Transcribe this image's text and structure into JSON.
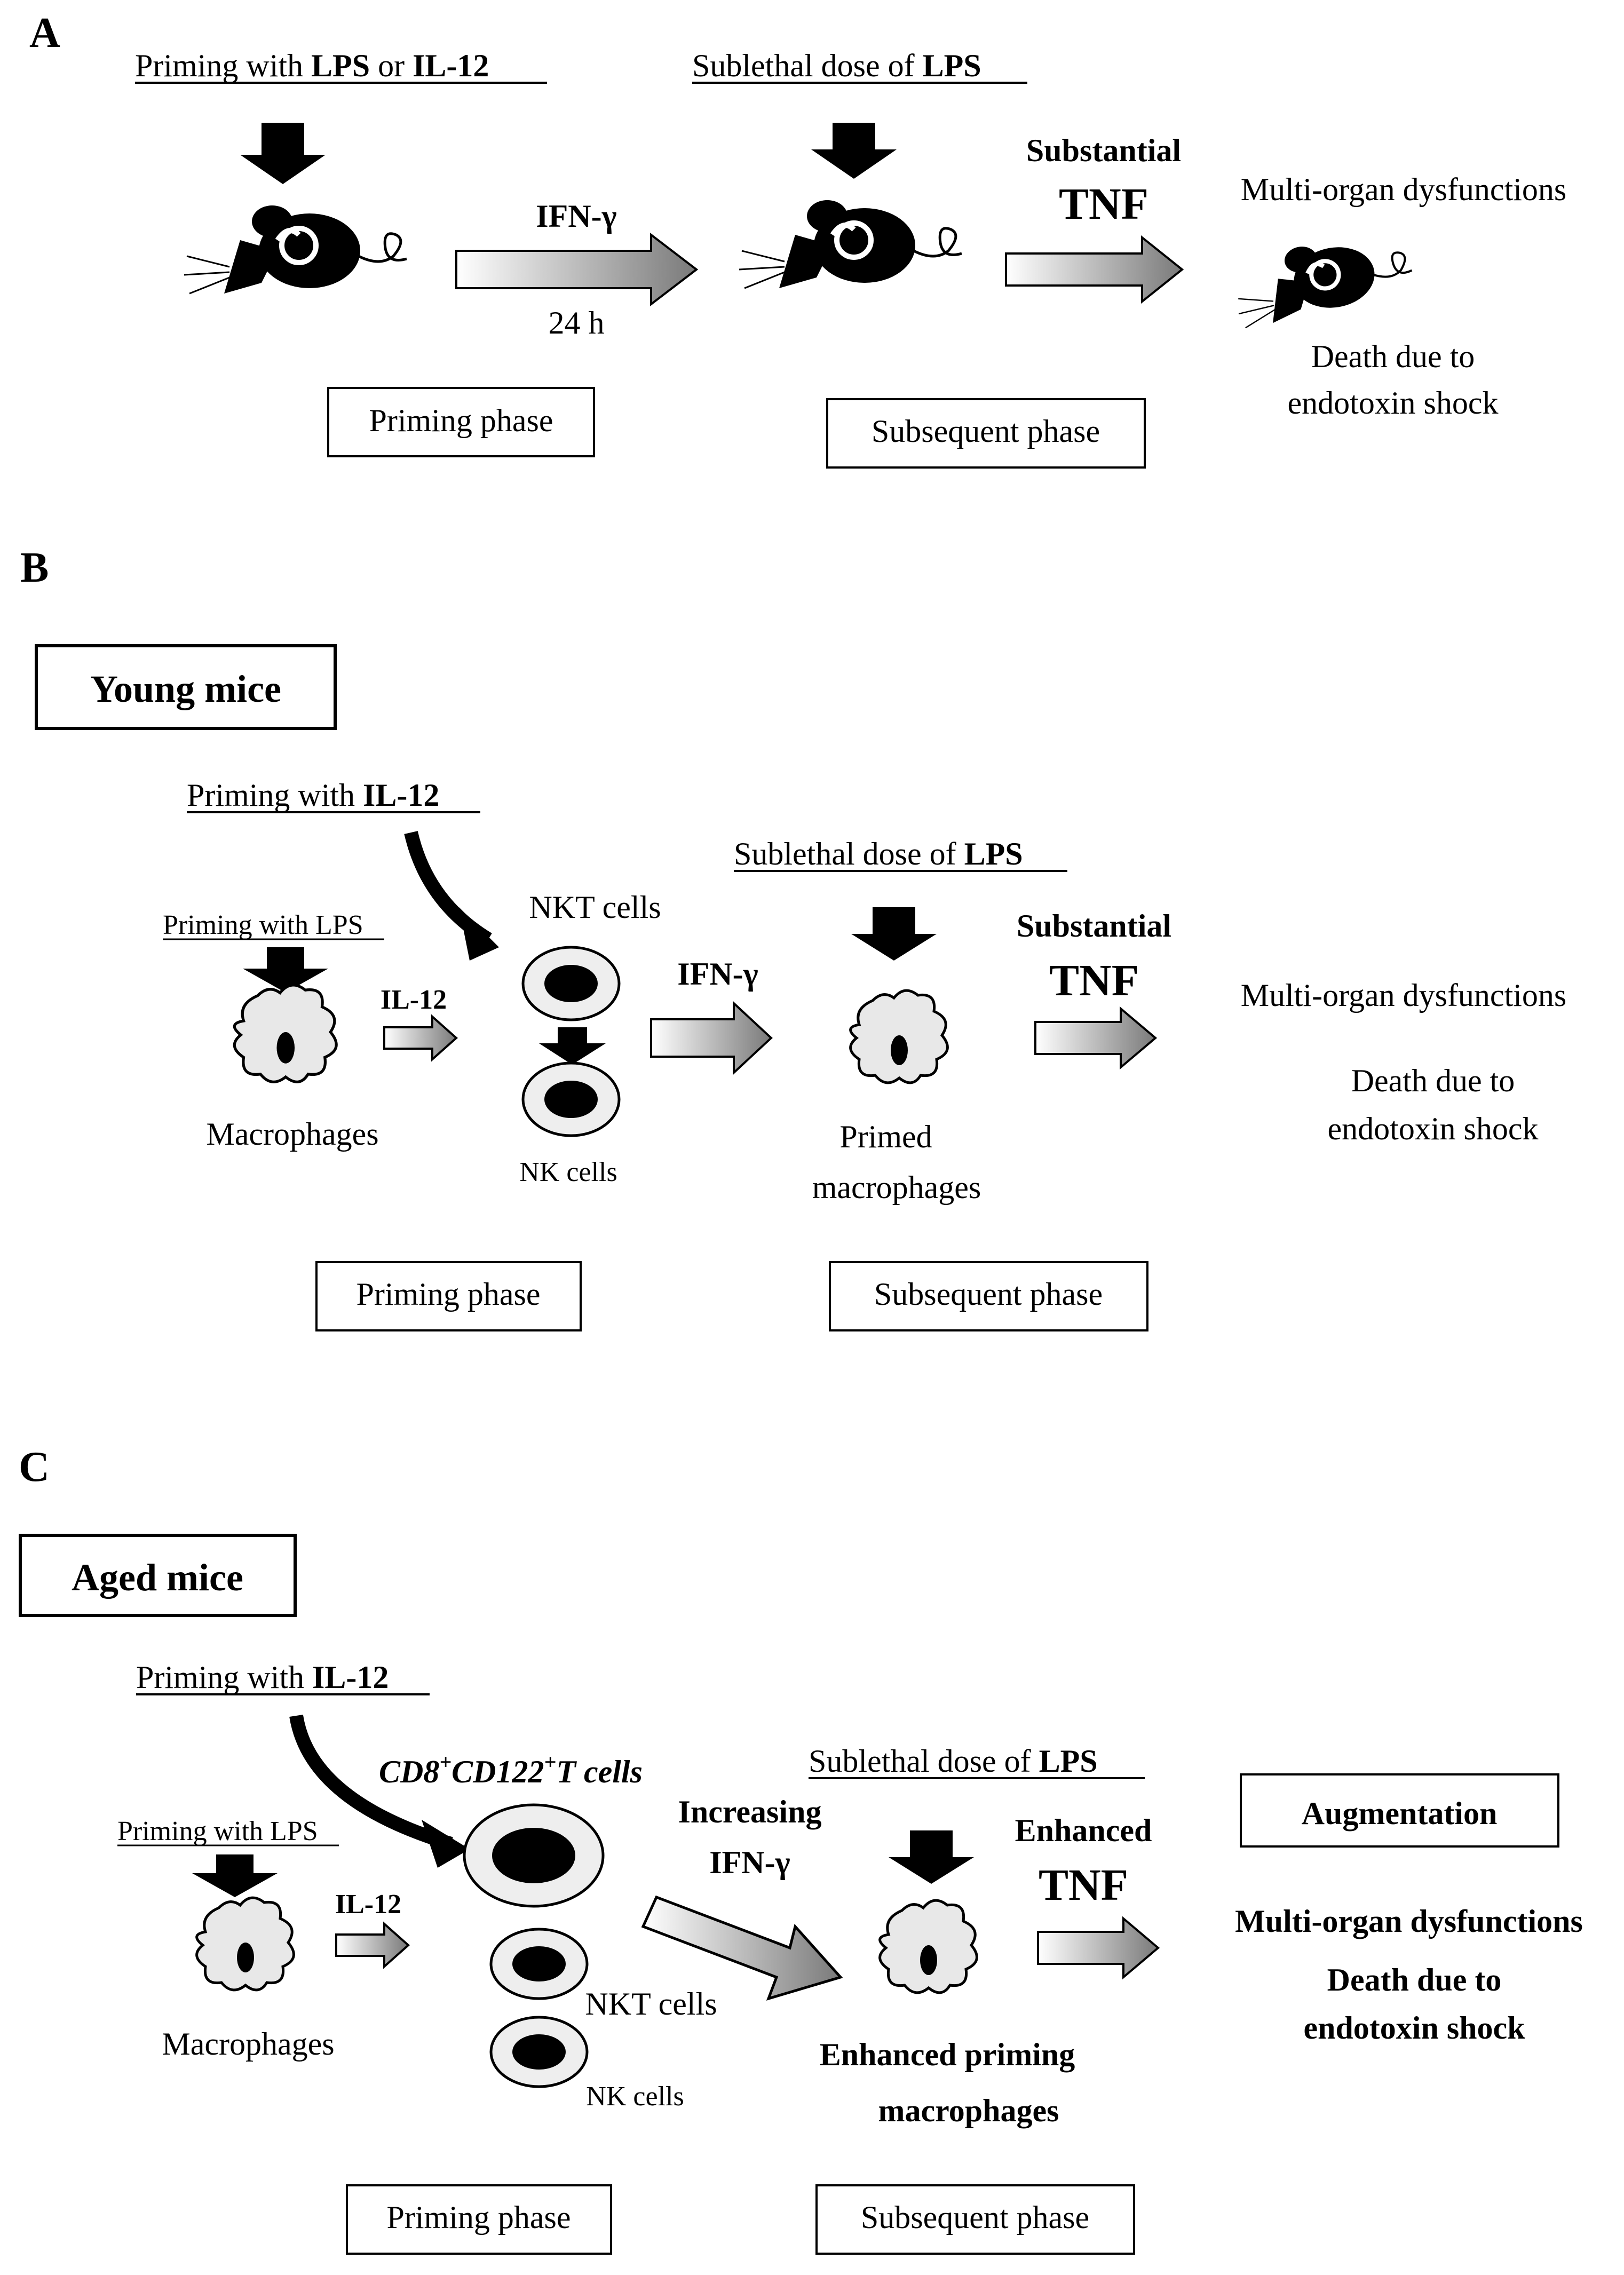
{
  "panel_a": {
    "letter": "A",
    "priming_prefix": "Priming  with ",
    "priming_lps": "LPS",
    "priming_or": " or ",
    "priming_il12": "IL-12",
    "sublethal": "Sublethal  dose of ",
    "sublethal_lps": "LPS",
    "ifn": "IFN-γ",
    "time": "24 h",
    "substantial": "Substantial",
    "tnf": "TNF",
    "outcome1": "Multi-organ  dysfunctions",
    "outcome2": "Death due to",
    "outcome3": "endotoxin  shock",
    "priming_phase": "Priming  phase",
    "subsequent_phase": "Subsequent  phase"
  },
  "panel_b": {
    "letter": "B",
    "header": "Young mice",
    "priming_il12_prefix": "Priming  with ",
    "priming_il12": "IL-12",
    "priming_lps": "Priming  with LPS",
    "il12": "IL-12",
    "nkt": "NKT cells",
    "nk": "NK cells",
    "ifn": "IFN-γ",
    "sublethal": "Sublethal  dose of ",
    "sublethal_lps": "LPS",
    "substantial": "Substantial",
    "tnf": "TNF",
    "macrophages": "Macrophages",
    "primed1": "Primed",
    "primed2": "macrophages",
    "outcome1": "Multi-organ  dysfunctions",
    "outcome2": "Death due to",
    "outcome3": "endotoxin  shock",
    "priming_phase": "Priming  phase",
    "subsequent_phase": "Subsequent  phase"
  },
  "panel_c": {
    "letter": "C",
    "header": "Aged mice",
    "priming_il12_prefix": "Priming  with ",
    "priming_il12": "IL-12",
    "cd8_a": "CD8",
    "cd8_b": "CD122",
    "cd8_c": "T cells",
    "plus": "+",
    "priming_lps": "Priming  with LPS",
    "il12": "IL-12",
    "increasing": "Increasing",
    "ifn": "IFN-γ",
    "sublethal": "Sublethal  dose of ",
    "sublethal_lps": "LPS",
    "enhanced": "Enhanced",
    "tnf": "TNF",
    "augmentation": "Augmentation",
    "nkt": "NKT cells",
    "nk": "NK cells",
    "macrophages": "Macrophages",
    "enh1": "Enhanced priming",
    "enh2": "macrophages",
    "outcome1": "Multi-organ  dysfunctions",
    "outcome2": "Death due to",
    "outcome3": "endotoxin  shock",
    "priming_phase": "Priming  phase",
    "subsequent_phase": "Subsequent  phase"
  }
}
